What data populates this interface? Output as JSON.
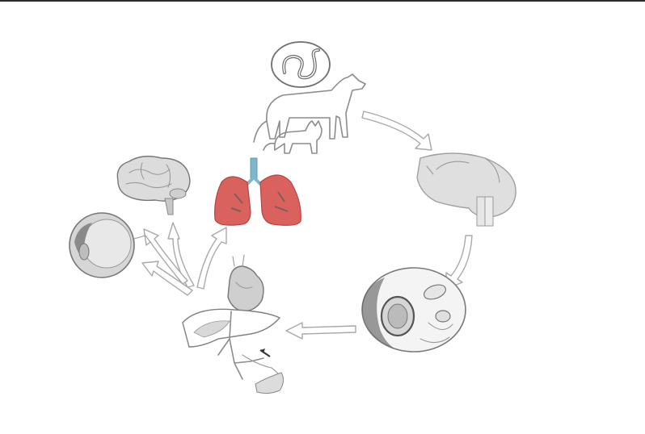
{
  "diagram": {
    "type": "life-cycle-illustration",
    "stages": [
      {
        "name": "worm",
        "icon": "worm-icon"
      },
      {
        "name": "dog-and-cat-hosts",
        "icon": "dog-cat-icon"
      },
      {
        "name": "stomach",
        "icon": "stomach-icon"
      },
      {
        "name": "intestine-cross-section",
        "icon": "intestine-icon"
      },
      {
        "name": "liver-and-heart",
        "icon": "liver-heart-icon"
      },
      {
        "name": "lungs",
        "icon": "lungs-icon"
      },
      {
        "name": "brain",
        "icon": "brain-icon"
      },
      {
        "name": "eye",
        "icon": "eye-icon"
      }
    ],
    "colors": {
      "line": "#8c8c8c",
      "lung": "#d9625f",
      "trachea": "#7fb6c9",
      "organ_fill": "#dcdcdc"
    }
  }
}
